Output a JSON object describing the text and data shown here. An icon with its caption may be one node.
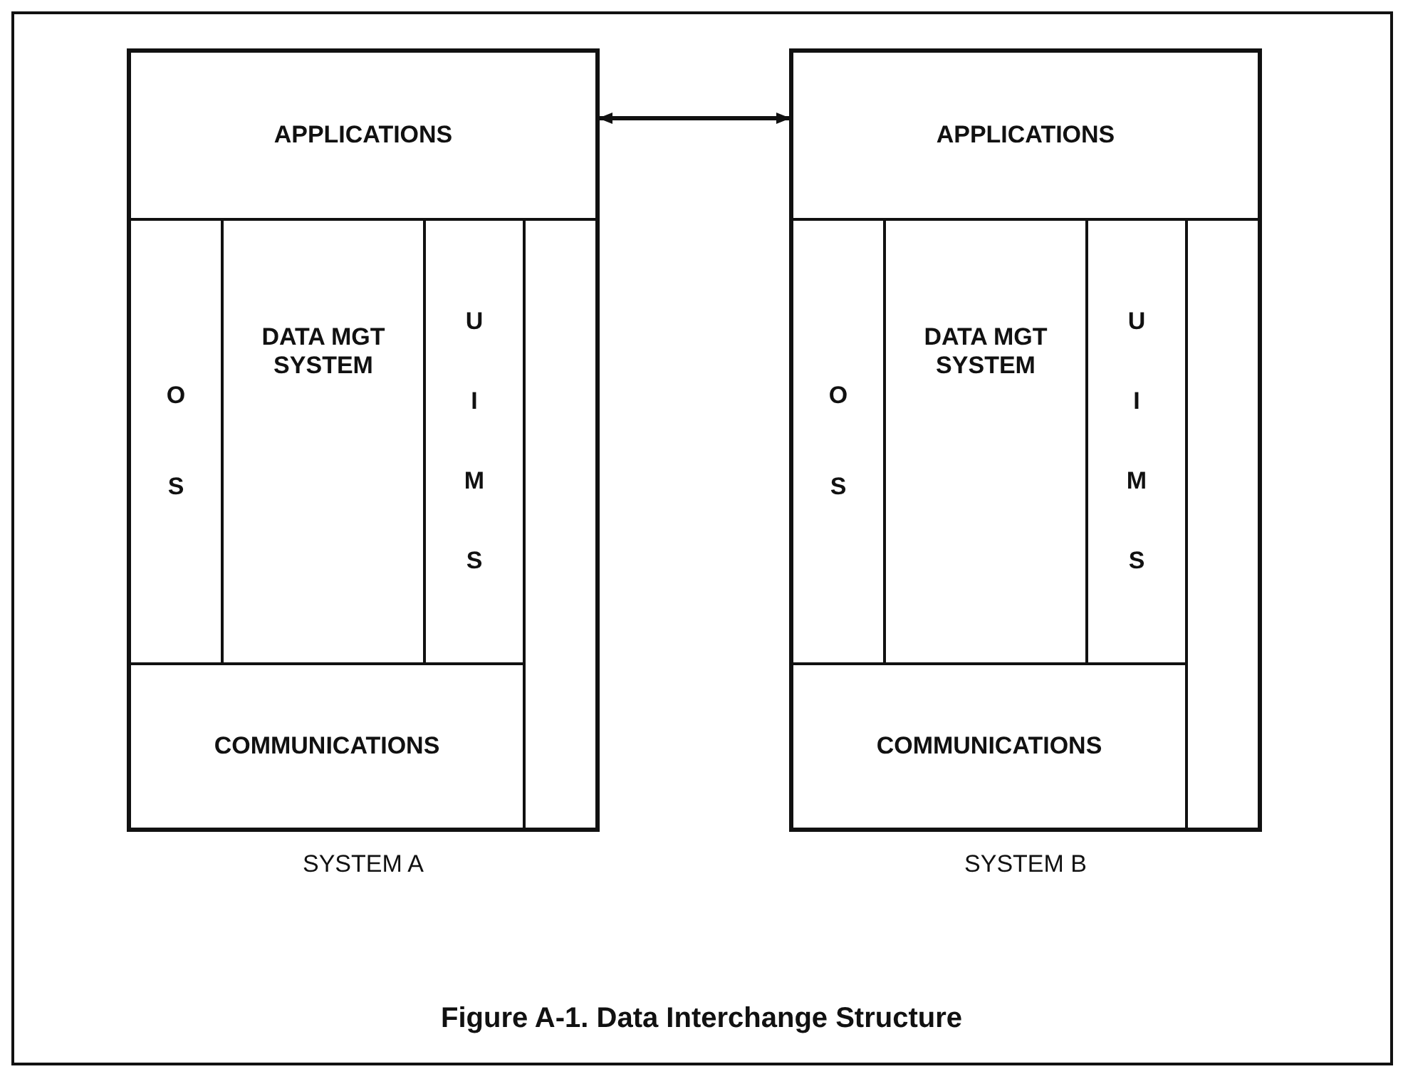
{
  "diagram": {
    "caption": "Figure A-1. Data Interchange Structure",
    "nodes": [
      {
        "text": [
          "SYSTEM A"
        ]
      },
      {
        "text": [
          "APPLICATIONS"
        ],
        "in": 0
      },
      {
        "text": [
          "O S"
        ],
        "in": 0
      },
      {
        "text": [
          "DATA MGT SYSTEM"
        ],
        "in": 0
      },
      {
        "text": [
          "U I M S"
        ],
        "in": 0
      },
      {
        "text": [],
        "shape": "box",
        "in": 0
      },
      {
        "text": [
          "COMMUNICATIONS"
        ],
        "in": 0
      },
      {
        "text": [
          "SYSTEM B"
        ]
      },
      {
        "text": [
          "APPLICATIONS"
        ],
        "in": 7
      },
      {
        "text": [
          "O S"
        ],
        "in": 7
      },
      {
        "text": [
          "DATA MGT SYSTEM"
        ],
        "in": 7
      },
      {
        "text": [
          "U I M S"
        ],
        "in": 7
      },
      {
        "text": [],
        "shape": "box",
        "in": 7
      },
      {
        "text": [
          "COMMUNICATIONS"
        ],
        "in": 7
      }
    ],
    "edges": [
      {
        "from": 1,
        "to": 8,
        "arrow": "both"
      }
    ]
  }
}
